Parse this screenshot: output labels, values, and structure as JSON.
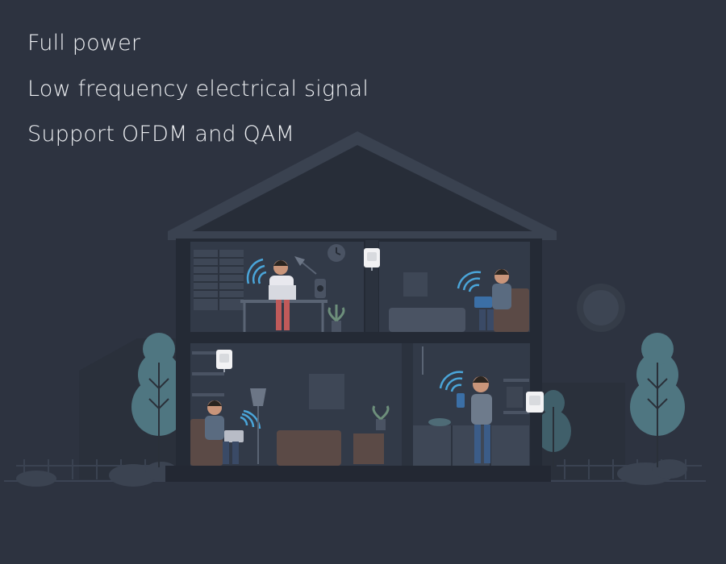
{
  "features": [
    "Full power",
    "Low frequency electrical signal",
    "Support OFDM and QAM"
  ],
  "colors": {
    "background": "#2d3340",
    "house_wall": "#242a35",
    "house_interior": "#323a48",
    "roof": "#353c4a",
    "tree": "#4f7681",
    "wifi_wave": "#4aa5d9",
    "text": "#eef0f3"
  },
  "scene": {
    "rooms": [
      "office",
      "bedroom",
      "living-room",
      "kitchen"
    ],
    "devices": [
      "powerline-adapter",
      "powerline-adapter",
      "powerline-adapter"
    ]
  }
}
